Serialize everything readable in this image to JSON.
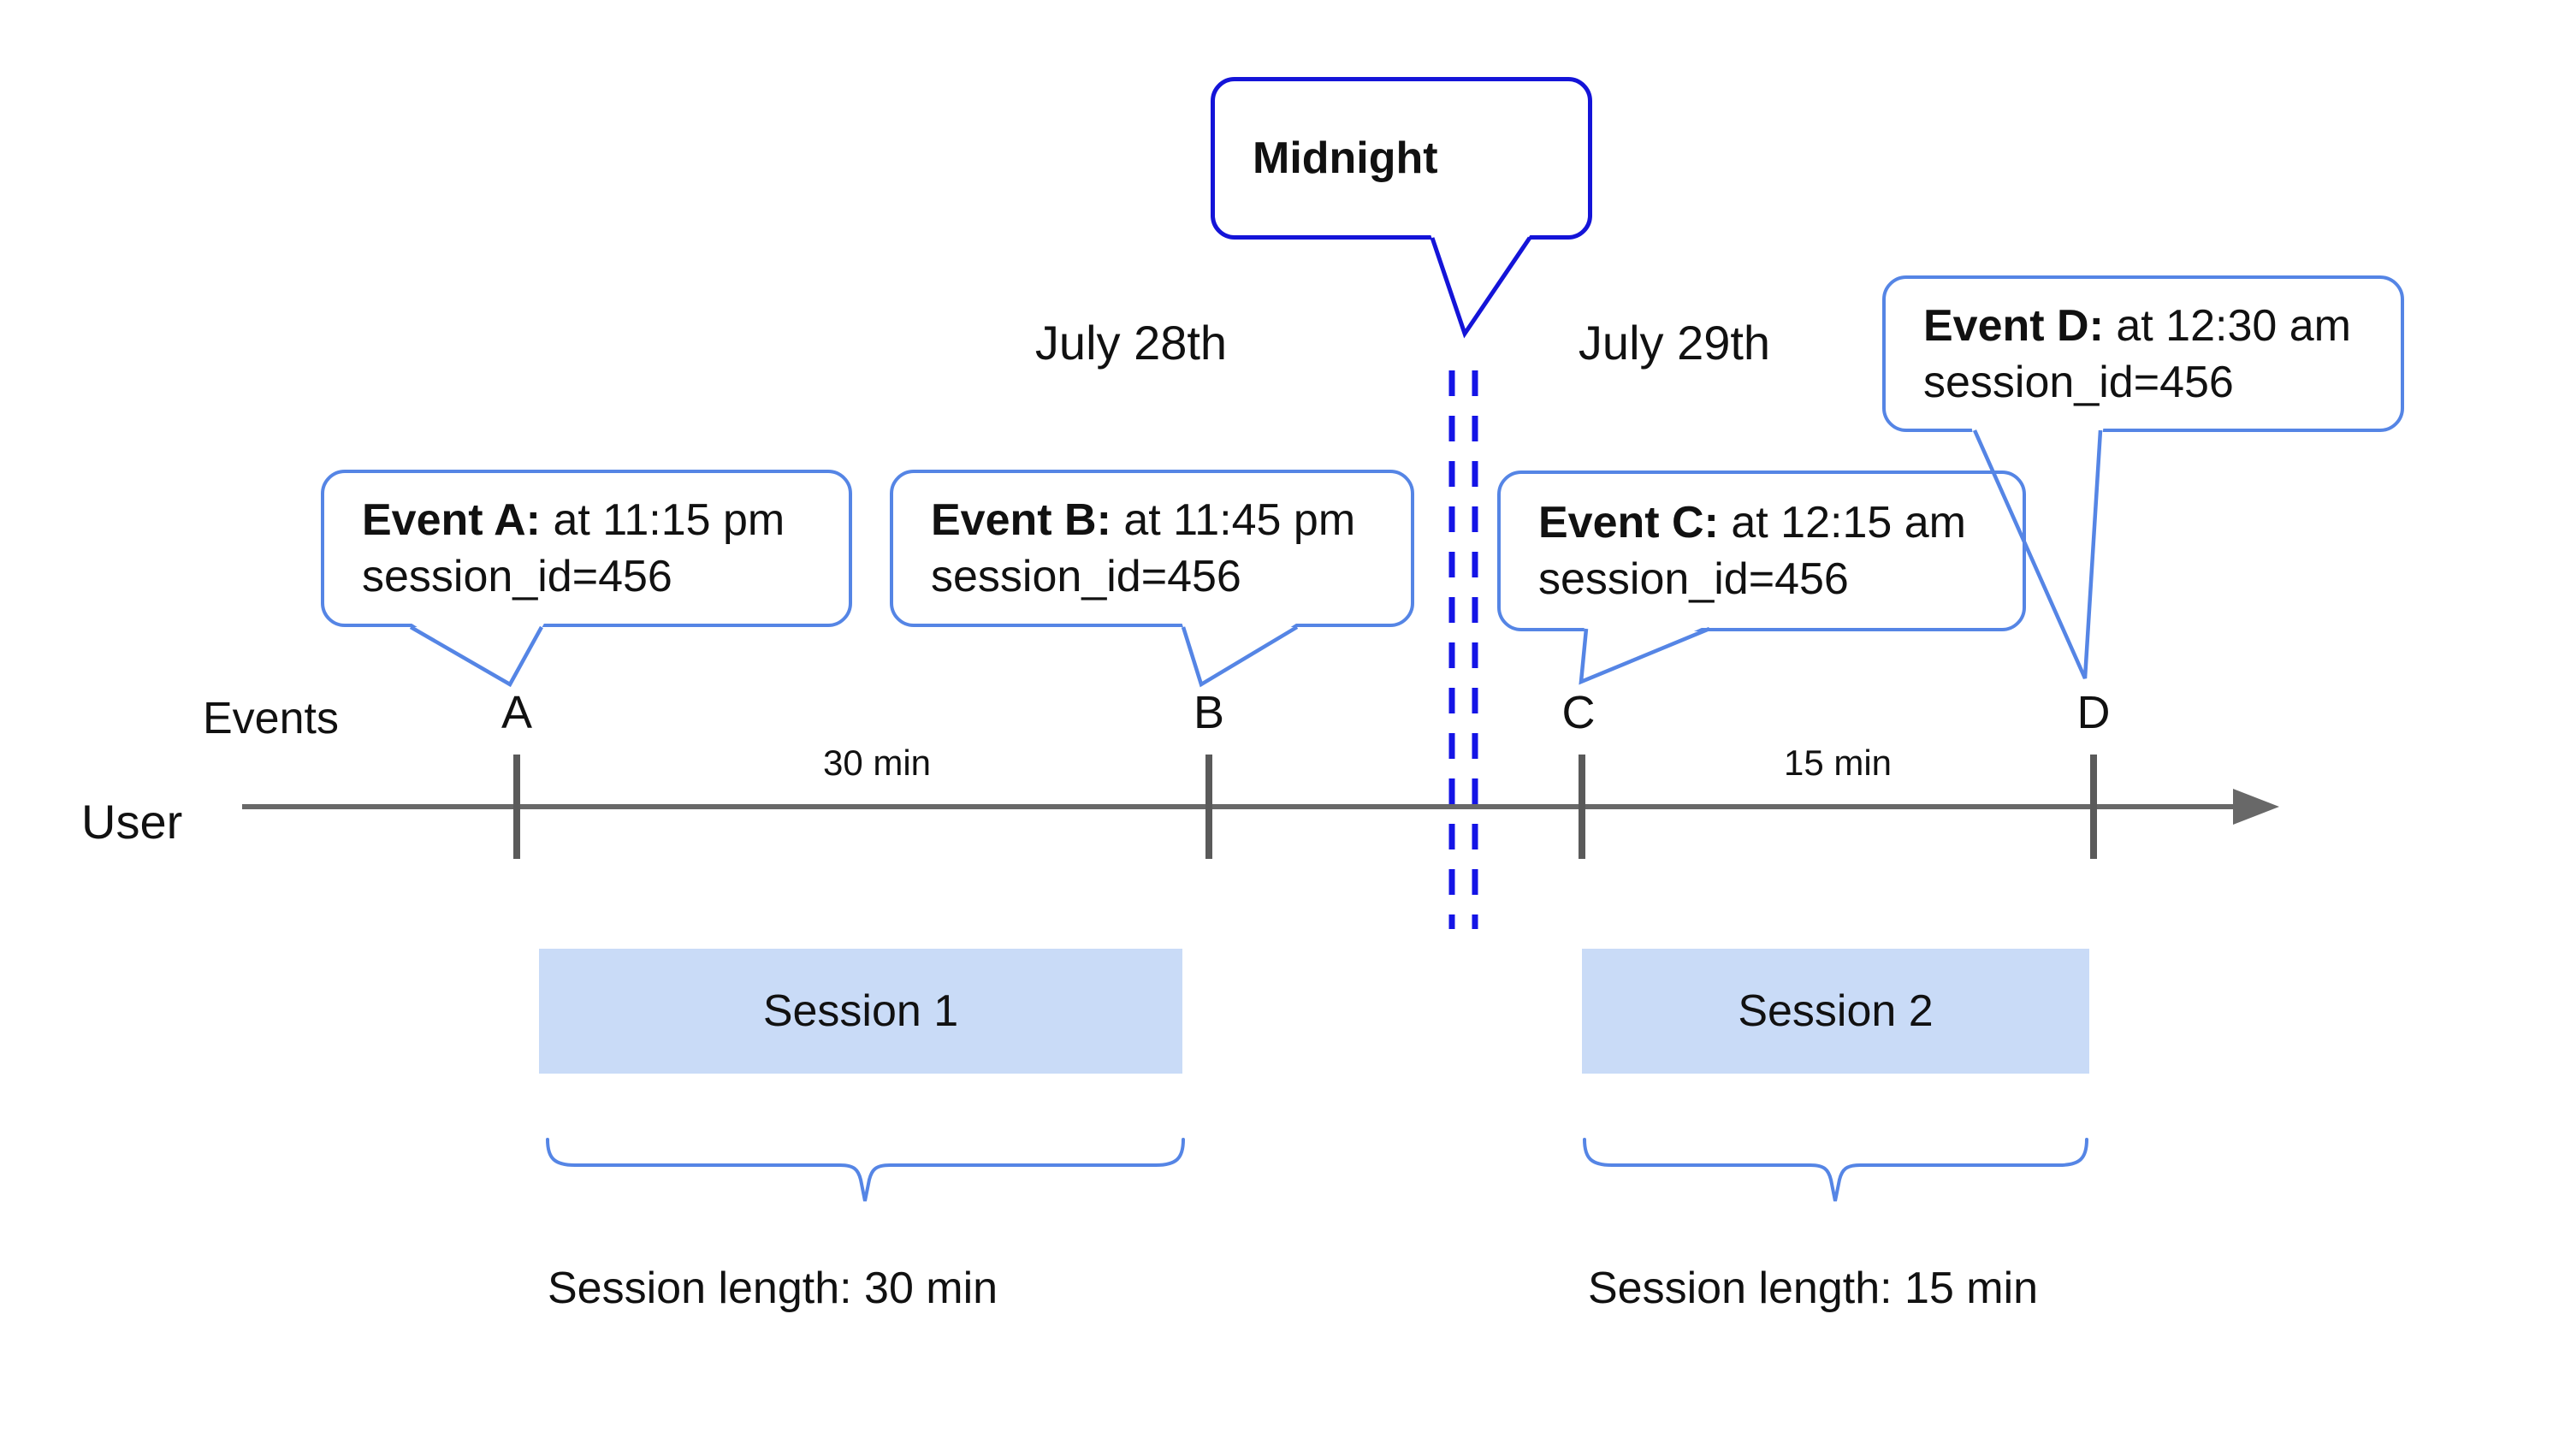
{
  "colors": {
    "accent_blue": "#5585e5",
    "midnight_blue": "#1414d8",
    "dash_blue": "#1414e6",
    "session_fill": "#c9dbf7",
    "axis_gray": "#686868",
    "tick_gray": "#5a5a5a",
    "text_black": "#111111"
  },
  "midnight": {
    "label": "Midnight"
  },
  "dates": {
    "left": "July 28th",
    "right": "July 29th"
  },
  "axis": {
    "events_label": "Events",
    "user_label": "User"
  },
  "events": [
    {
      "letter": "A",
      "name": "Event A:",
      "time": " at 11:15 pm",
      "meta": "session_id=456"
    },
    {
      "letter": "B",
      "name": "Event B:",
      "time": " at 11:45 pm",
      "meta": "session_id=456"
    },
    {
      "letter": "C",
      "name": "Event C:",
      "time": " at 12:15 am",
      "meta": "session_id=456"
    },
    {
      "letter": "D",
      "name": "Event D:",
      "time": " at 12:30 am",
      "meta": "session_id=456"
    }
  ],
  "gaps": [
    {
      "label": "30 min"
    },
    {
      "label": "15 min"
    }
  ],
  "sessions": [
    {
      "title": "Session 1",
      "length_label": "Session length: 30 min"
    },
    {
      "title": "Session 2",
      "length_label": "Session length: 15 min"
    }
  ]
}
